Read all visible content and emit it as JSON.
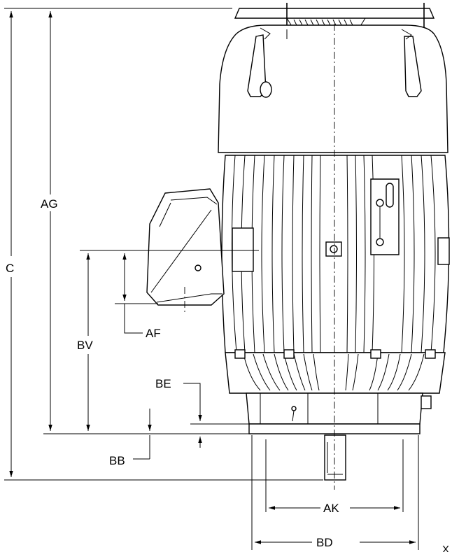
{
  "labels": {
    "c": "C",
    "ag": "AG",
    "bv": "BV",
    "af": "AF",
    "be": "BE",
    "bb": "BB",
    "ak": "AK",
    "bd": "BD",
    "x": "X"
  }
}
